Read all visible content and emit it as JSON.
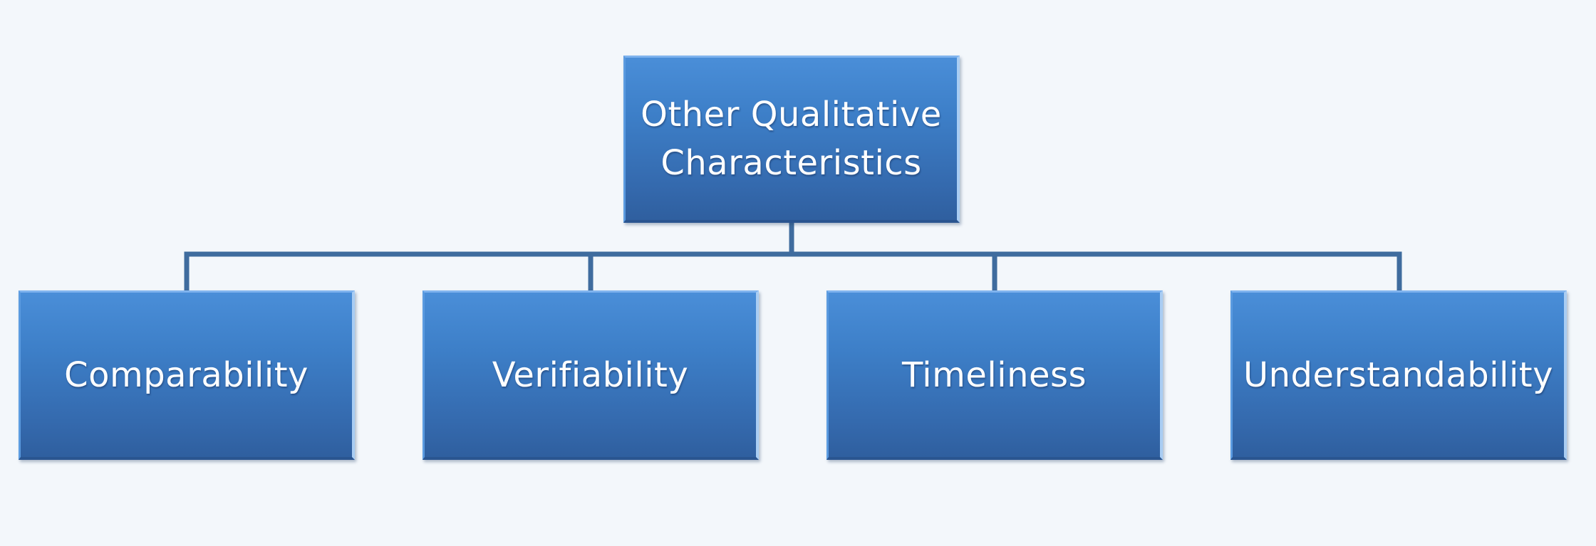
{
  "diagram": {
    "root": {
      "label": "Other Qualitative Characteristics"
    },
    "children": [
      {
        "label": "Comparability"
      },
      {
        "label": "Verifiability"
      },
      {
        "label": "Timeliness"
      },
      {
        "label": "Understandability"
      }
    ],
    "colors": {
      "box_fill": "#3d7fc8",
      "connector": "#3f6c9e",
      "background": "#f3f7fb",
      "text": "#ffffff"
    }
  }
}
